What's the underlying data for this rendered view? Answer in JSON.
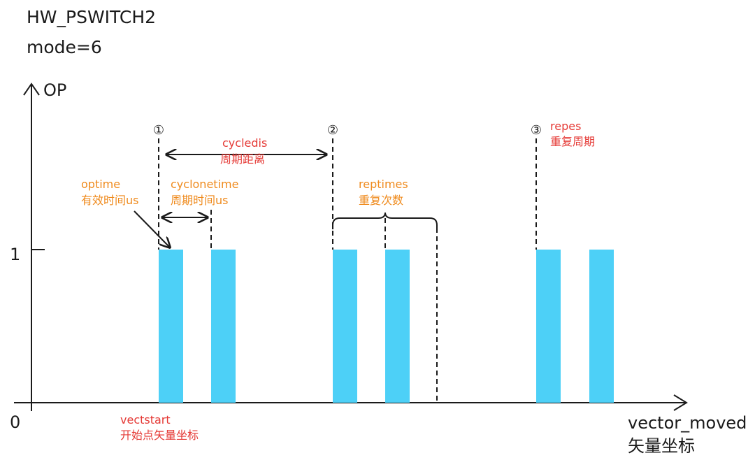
{
  "header": {
    "line1": "HW_PSWITCH2",
    "line2": "mode=6"
  },
  "axes": {
    "y_label": "OP",
    "y_tick": "1",
    "origin": "0",
    "x_label": "vector_moved",
    "x_label_cn": "矢量坐标"
  },
  "markers": {
    "m1": "①",
    "m2": "②",
    "m3": "③"
  },
  "annotations": {
    "cycledis": "cycledis",
    "cycledis_cn": "周期距离",
    "optime": "optime",
    "optime_cn": "有效时间us",
    "cyclonetime": "cyclonetime",
    "cyclonetime_cn": "周期时间us",
    "reptimes": "reptimes",
    "reptimes_cn": "重复次数",
    "repes": "repes",
    "repes_cn": "重复周期",
    "vectstart": "vectstart",
    "vectstart_cn": "开始点矢量坐标"
  },
  "colors": {
    "pulse": "#4dd0f7",
    "red": "#e53935",
    "orange": "#ef8a1c",
    "axis": "#1a1a1a"
  },
  "pulses": {
    "count": 6,
    "level": 1
  }
}
